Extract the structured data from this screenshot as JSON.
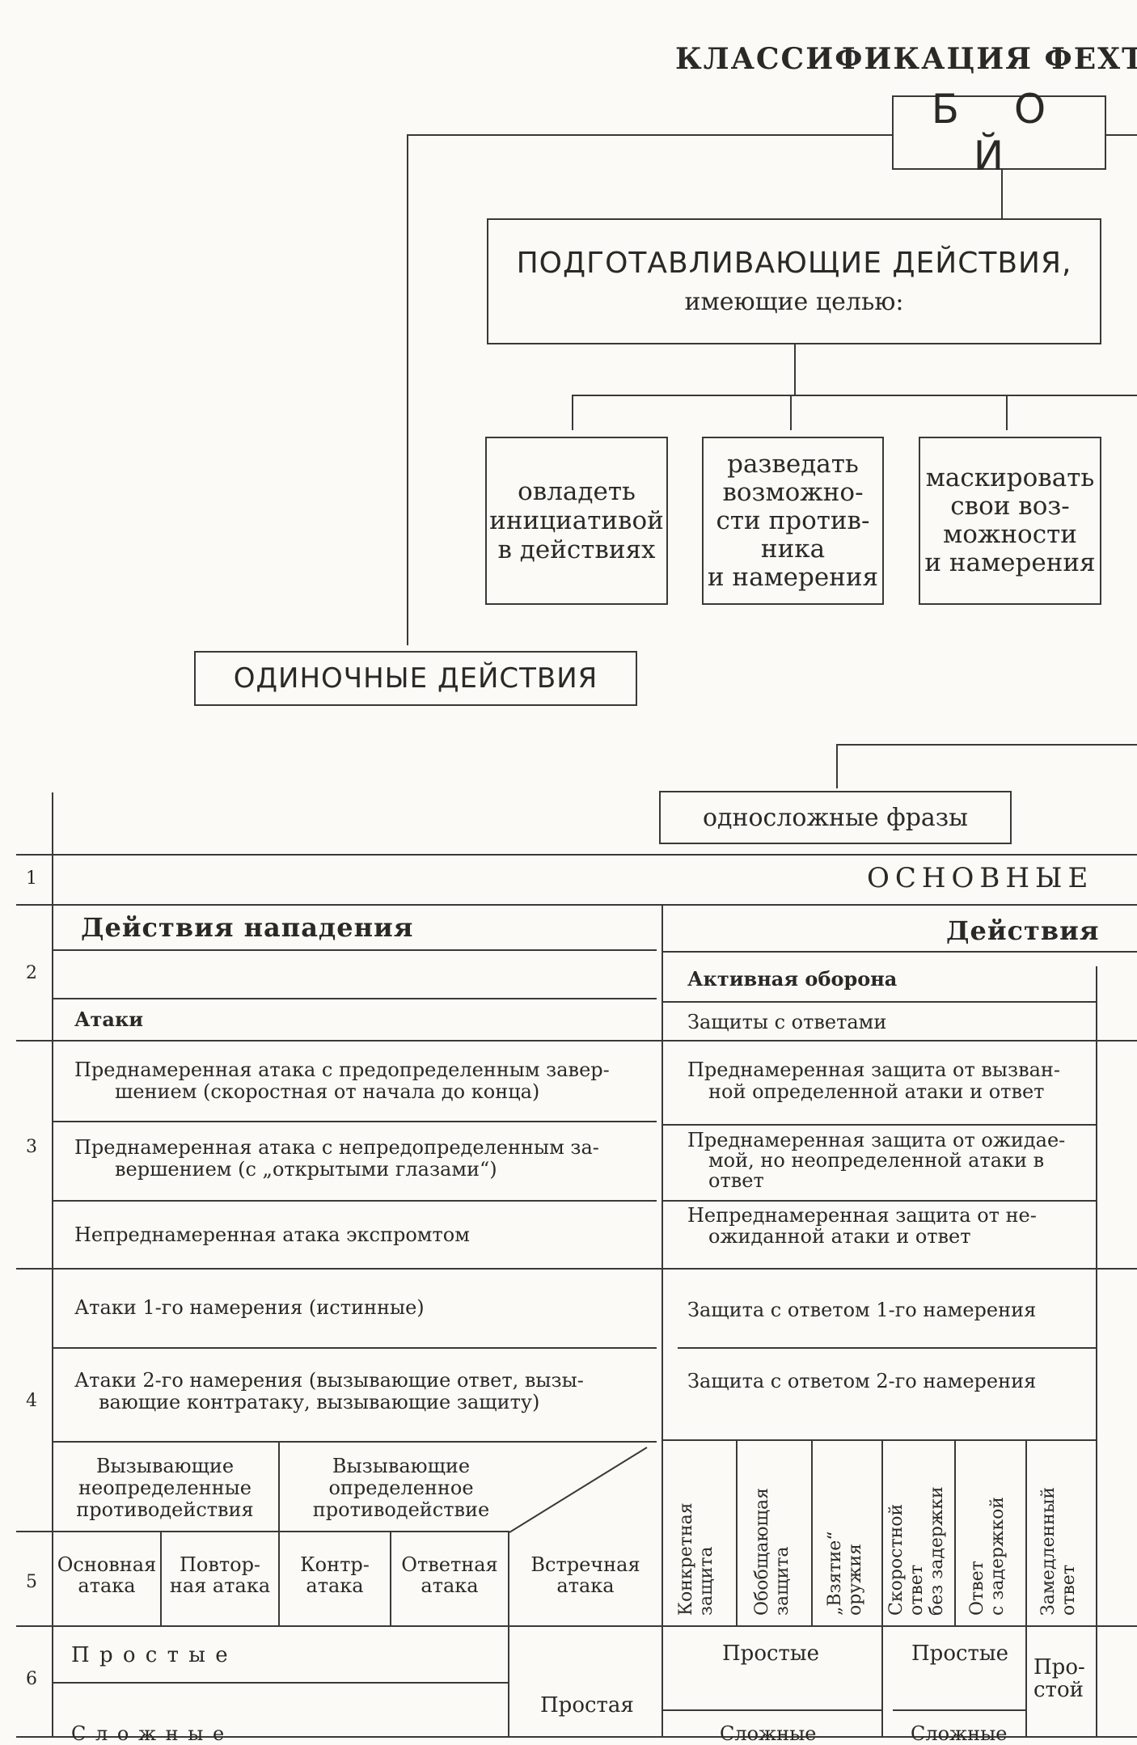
{
  "title": "КЛАССИФИКАЦИЯ ФЕХТО",
  "boi": "Б О Й",
  "prep": {
    "line1": "ПОДГОТАВЛИВАЮЩИЕ ДЕЙСТВИЯ,",
    "line2": "имеющие целью:",
    "goals": [
      [
        "овладеть",
        "инициативой",
        "в действиях"
      ],
      [
        "разведать",
        "возможно-",
        "сти против-",
        "ника",
        "и намерения"
      ],
      [
        "маскировать",
        "свои воз-",
        "можности",
        "и намерения"
      ]
    ]
  },
  "single": "ОДИНОЧНЫЕ ДЕЙСТВИЯ",
  "monosyllabic": "односложные фразы",
  "rows": {
    "r1": "1",
    "r2": "2",
    "r3": "3",
    "r4": "4",
    "r5": "5",
    "r6": "6",
    "basic": "ОСНОВНЫЕ",
    "attack_header": "Действия нападения",
    "defense_header": "Действия",
    "active_defense": "Активная оборона",
    "attacks": "Атаки",
    "defenses_with_ripostes": "Защиты с ответами",
    "attack_rows": [
      [
        "Преднамеренная атака с предопределенным завер-",
        "шением (скоростная от начала до конца)"
      ],
      [
        "Преднамеренная атака с непредопределенным за-",
        "вершением (с „открытыми глазами“)"
      ],
      [
        "Непреднамеренная атака экспромтом"
      ]
    ],
    "defense_rows": [
      [
        "Преднамеренная защита от вызван-",
        "ной определенной атаки и ответ"
      ],
      [
        "Преднамеренная защита от ожидае-",
        "мой, но неопределенной атаки в",
        "ответ"
      ],
      [
        "Непреднамеренная защита от не-",
        "ожиданной атаки и ответ"
      ]
    ],
    "intent_attacks": [
      [
        "Атаки 1-го намерения (истинные)"
      ],
      [
        "Атаки 2-го намерения (вызывающие ответ, вызы-",
        "вающие контратаку, вызывающие защиту)"
      ]
    ],
    "intent_defense": [
      "Защита с ответом 1-го намерения",
      "Защита с ответом 2-го намерения"
    ],
    "provoking": [
      [
        "Вызывающие",
        "неопределенные",
        "противодействия"
      ],
      [
        "Вызывающие",
        "определенное",
        "противодействие"
      ]
    ],
    "r5_cells": [
      [
        "Основная",
        "атака"
      ],
      [
        "Повтор-",
        "ная атака"
      ],
      [
        "Контр-",
        "атака"
      ],
      [
        "Ответная",
        "атака"
      ],
      [
        "Встречная",
        "атака"
      ]
    ],
    "vertical": [
      [
        "Конкретная",
        "защита"
      ],
      [
        "Обобщающая",
        "защита"
      ],
      [
        "„Взятие“",
        "оружия"
      ],
      [
        "Скоростной",
        "ответ",
        "без задержки"
      ],
      [
        "Ответ",
        "с задержкой"
      ],
      [
        "Замедленный",
        "ответ"
      ]
    ],
    "simple_spaced": "П р о с т ы е",
    "complex_spaced": "С л о ж н ы е",
    "simple_single": "Простая",
    "simple": "Простые",
    "complex": "Сложные",
    "simple_short": [
      "Про-",
      "стой"
    ]
  }
}
